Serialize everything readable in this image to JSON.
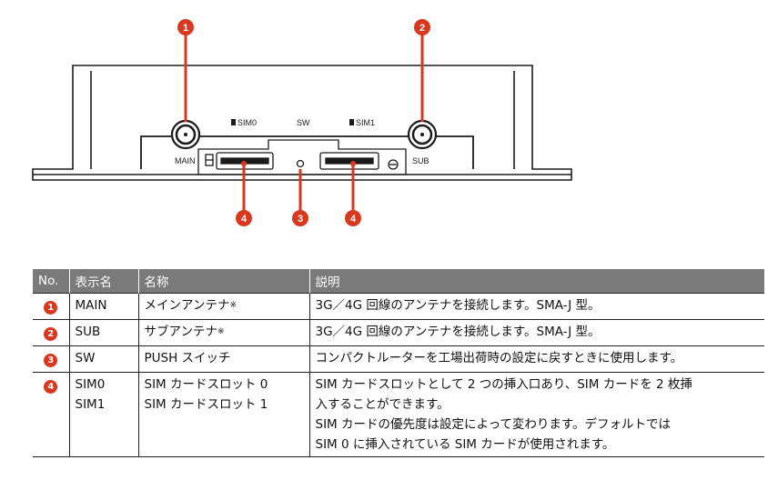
{
  "labels": {
    "main": "MAIN",
    "sub": "SUB",
    "sim0": "SIM0",
    "sim1": "SIM1",
    "sw": "SW"
  },
  "badges": [
    "1",
    "2",
    "3",
    "4"
  ],
  "colors": {
    "badge": "#d9381e",
    "header": "#7a7a7a"
  },
  "table": {
    "headers": [
      "No.",
      "表示名",
      "名称",
      "説明"
    ],
    "rows": [
      {
        "no": "1",
        "display": [
          "MAIN"
        ],
        "name": [
          "メインアンテナ"
        ],
        "name_sup": "※",
        "desc": [
          "3G／4G 回線のアンテナを接続します。SMA-J 型。"
        ]
      },
      {
        "no": "2",
        "display": [
          "SUB"
        ],
        "name": [
          "サブアンテナ"
        ],
        "name_sup": "※",
        "desc": [
          "3G／4G 回線のアンテナを接続します。SMA-J 型。"
        ]
      },
      {
        "no": "3",
        "display": [
          "SW"
        ],
        "name": [
          "PUSH スイッチ"
        ],
        "name_sup": "",
        "desc": [
          "コンパクトルーターを工場出荷時の設定に戻すときに使用します。"
        ]
      },
      {
        "no": "4",
        "display": [
          "SIM0",
          "SIM1"
        ],
        "name": [
          "SIM カードスロット 0",
          "SIM カードスロット 1"
        ],
        "name_sup": "",
        "desc": [
          "SIM カードスロットとして 2 つの挿入口あり、SIM カードを 2 枚挿",
          "入することができます。",
          "SIM カードの優先度は設定によって変わります。デフォルトでは",
          "SIM 0 に挿入されている SIM カードが使用されます。"
        ]
      }
    ]
  }
}
